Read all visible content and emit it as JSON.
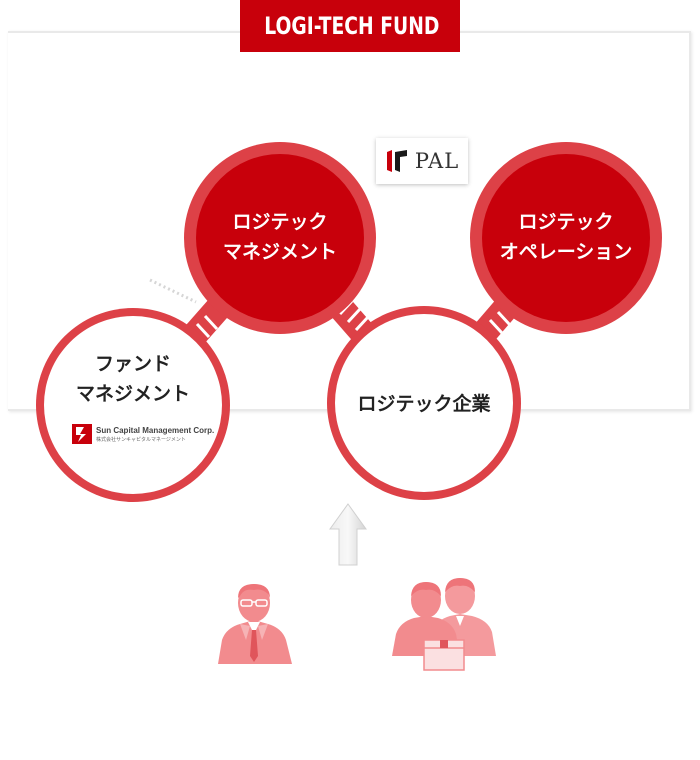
{
  "banner": {
    "title": "LOGI-TECH FUND"
  },
  "circles": {
    "logistics_management": {
      "line1": "ロジテック",
      "line2": "マネジメント"
    },
    "logistics_operation": {
      "line1": "ロジテック",
      "line2": "オペレーション"
    },
    "fund_management": {
      "line1": "ファンド",
      "line2": "マネジメント"
    },
    "logistics_company": {
      "label": "ロジテック企業"
    }
  },
  "logos": {
    "pal": {
      "text": "PAL"
    },
    "sun_capital": {
      "name": "Sun Capital Management Corp.",
      "subname": "株式会社サンキャピタルマネージメント"
    }
  },
  "colors": {
    "brand_red": "#c8000b",
    "ring_red": "#dd4147",
    "people_pink": "#f28b8e",
    "arrow_gray": "#d9d9d9"
  },
  "icons": [
    "pal-logo-icon",
    "sun-capital-logo-icon",
    "arrow-up-icon",
    "businessman-icon",
    "workers-icon"
  ]
}
